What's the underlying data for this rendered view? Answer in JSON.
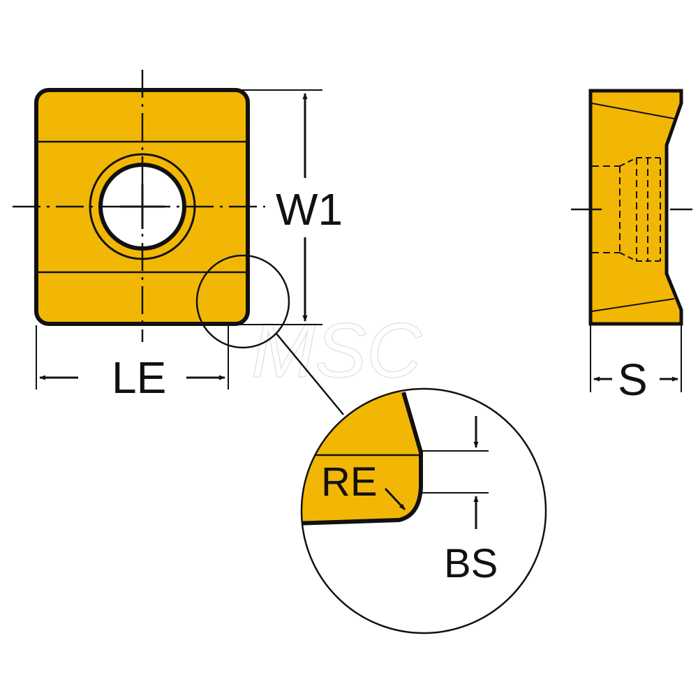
{
  "labels": {
    "w1": "W1",
    "le": "LE",
    "s": "S",
    "re": "RE",
    "bs": "BS"
  },
  "watermark": "MSC",
  "colors": {
    "insert_fill": "#F2B705",
    "outline": "#111111",
    "background": "#FFFFFF"
  }
}
